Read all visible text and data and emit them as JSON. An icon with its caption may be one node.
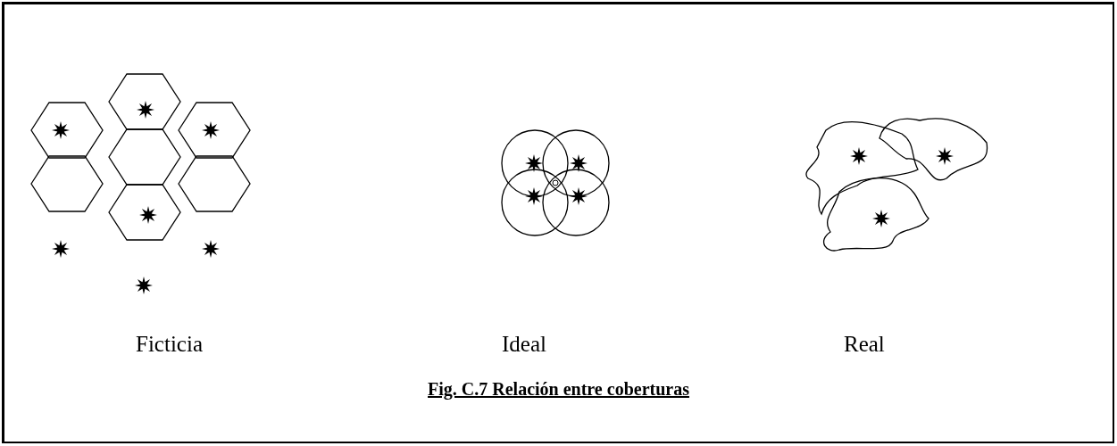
{
  "diagram": {
    "caption": "Fig. C.7 Relación entre coberturas",
    "labels": [
      "Ficticia",
      "Ideal",
      "Real"
    ]
  }
}
